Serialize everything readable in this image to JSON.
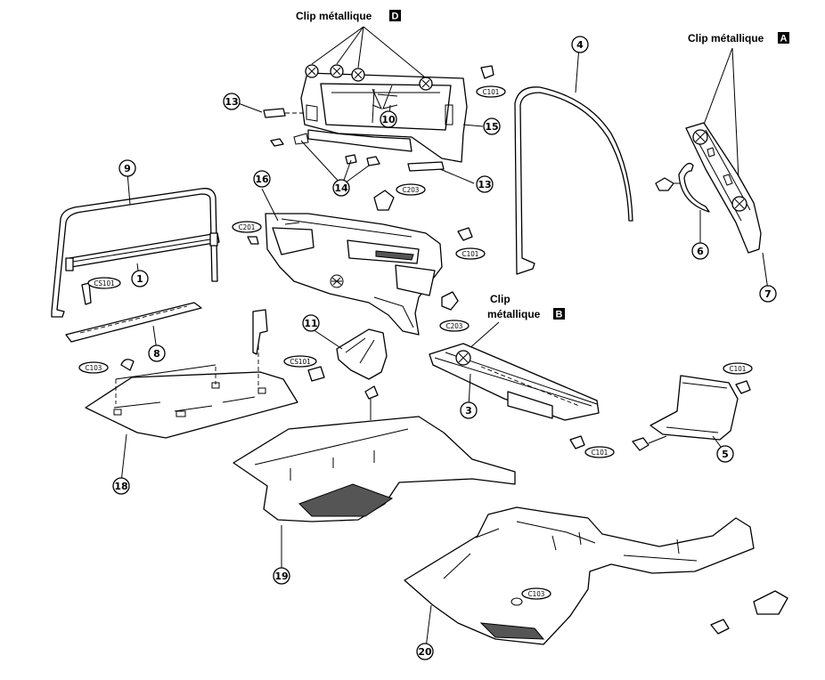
{
  "callouts": {
    "clip_d": {
      "text": "Clip métallique",
      "letter": "D"
    },
    "clip_a": {
      "text": "Clip métallique",
      "letter": "A"
    },
    "clip_b": {
      "line1": "Clip",
      "line2": "métallique",
      "letter": "B"
    }
  },
  "part_numbers": {
    "p1": "1",
    "p3": "3",
    "p4": "4",
    "p5": "5",
    "p6": "6",
    "p7": "7",
    "p8": "8",
    "p9": "9",
    "p10": "10",
    "p11": "11",
    "p13a": "13",
    "p13b": "13",
    "p14": "14",
    "p15": "15",
    "p16": "16",
    "p18": "18",
    "p19": "19",
    "p20": "20"
  },
  "fastener_codes": {
    "c101_a": "C101",
    "c101_b": "C101",
    "c101_c": "C101",
    "c101_d": "C101",
    "c103_a": "C103",
    "c103_b": "C103",
    "c201": "C201",
    "c203_a": "C203",
    "c203_b": "C203",
    "cs101_a": "CS101",
    "cs101_b": "CS101"
  }
}
